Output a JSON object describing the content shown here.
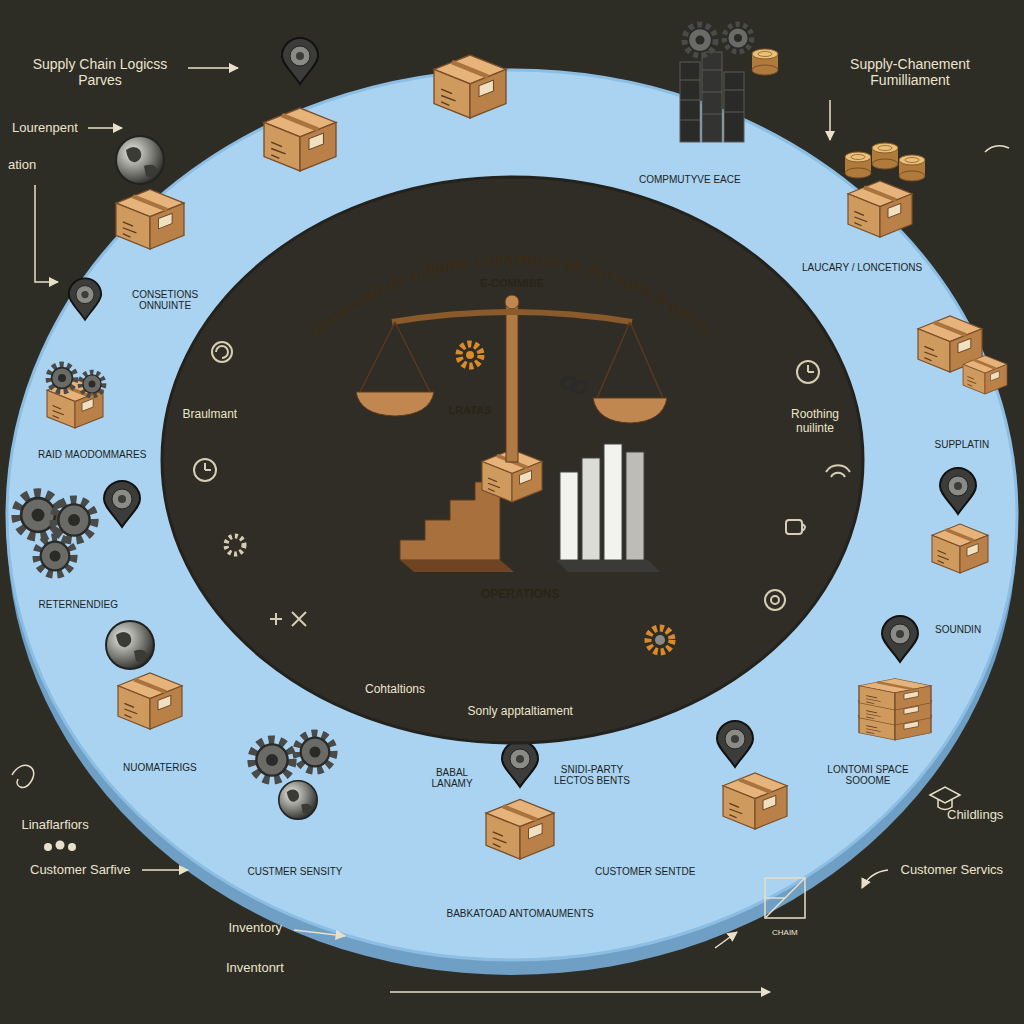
{
  "diagram": {
    "title": "CRAIMINING OF TURNING COPAPRUTT OF OUTDUTS IN OUTITS",
    "nodes": [
      {
        "text": [
          "Braulmant",
          "Roothing nuilinte",
          "Cohtaltions",
          "Sonly apptaltiament"
        ]
      },
      {
        "text": [
          "E-COMMIBE",
          "LRATAS",
          "OPERATIONS"
        ],
        "in": 0
      }
    ],
    "labels": [
      "Supply Chain Logicss Parves",
      "Lourenpent",
      "ation",
      "Supply-Chanement Fumilliament",
      "CONSETIONS ONNUINTE",
      "COMPMUTYVE EACE",
      "LAUCARY / LONCETIONS",
      "SUPPLATIN",
      "RAID MAODOMMARES",
      "RETERNENDIEG",
      "SOUNDIN",
      "LONTOMI SPACE SOOOME",
      "NUOMATERIGS",
      "CUSTMER SENSITY",
      "BABAL LANAMY",
      "SNIDI-PARTY LECTOS BENTS",
      "CUSTOMER SENTDE",
      "BABKATOAD ANTOMAUMENTS",
      "Linaflarfiors",
      "Customer Sarfive",
      "Inventory",
      "Inventonrt",
      "Childlings",
      "Customer Servics",
      "CHAIM"
    ]
  }
}
